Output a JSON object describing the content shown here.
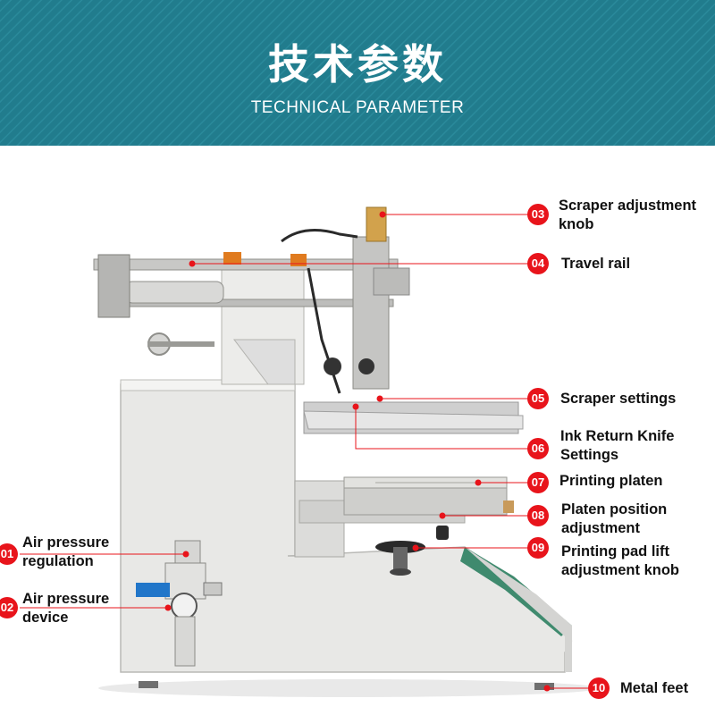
{
  "header": {
    "title_cn": "技术参数",
    "title_en": "TECHNICAL PARAMETER",
    "background": "#217c8d"
  },
  "accent_color": "#e8141b",
  "labels": [
    {
      "num": "03",
      "lines": [
        "Scraper adjustment",
        "knob"
      ]
    },
    {
      "num": "04",
      "lines": [
        "Travel rail"
      ]
    },
    {
      "num": "05",
      "lines": [
        "Scraper settings"
      ]
    },
    {
      "num": "06",
      "lines": [
        "Ink Return Knife",
        "Settings"
      ]
    },
    {
      "num": "07",
      "lines": [
        "Printing platen"
      ]
    },
    {
      "num": "08",
      "lines": [
        "Platen position",
        "adjustment"
      ]
    },
    {
      "num": "09",
      "lines": [
        "Printing pad lift",
        "adjustment knob"
      ]
    },
    {
      "num": "01",
      "lines": [
        "Air pressure",
        "regulation"
      ]
    },
    {
      "num": "02",
      "lines": [
        "Air pressure",
        "device"
      ]
    },
    {
      "num": "10",
      "lines": [
        "Metal feet"
      ]
    }
  ]
}
